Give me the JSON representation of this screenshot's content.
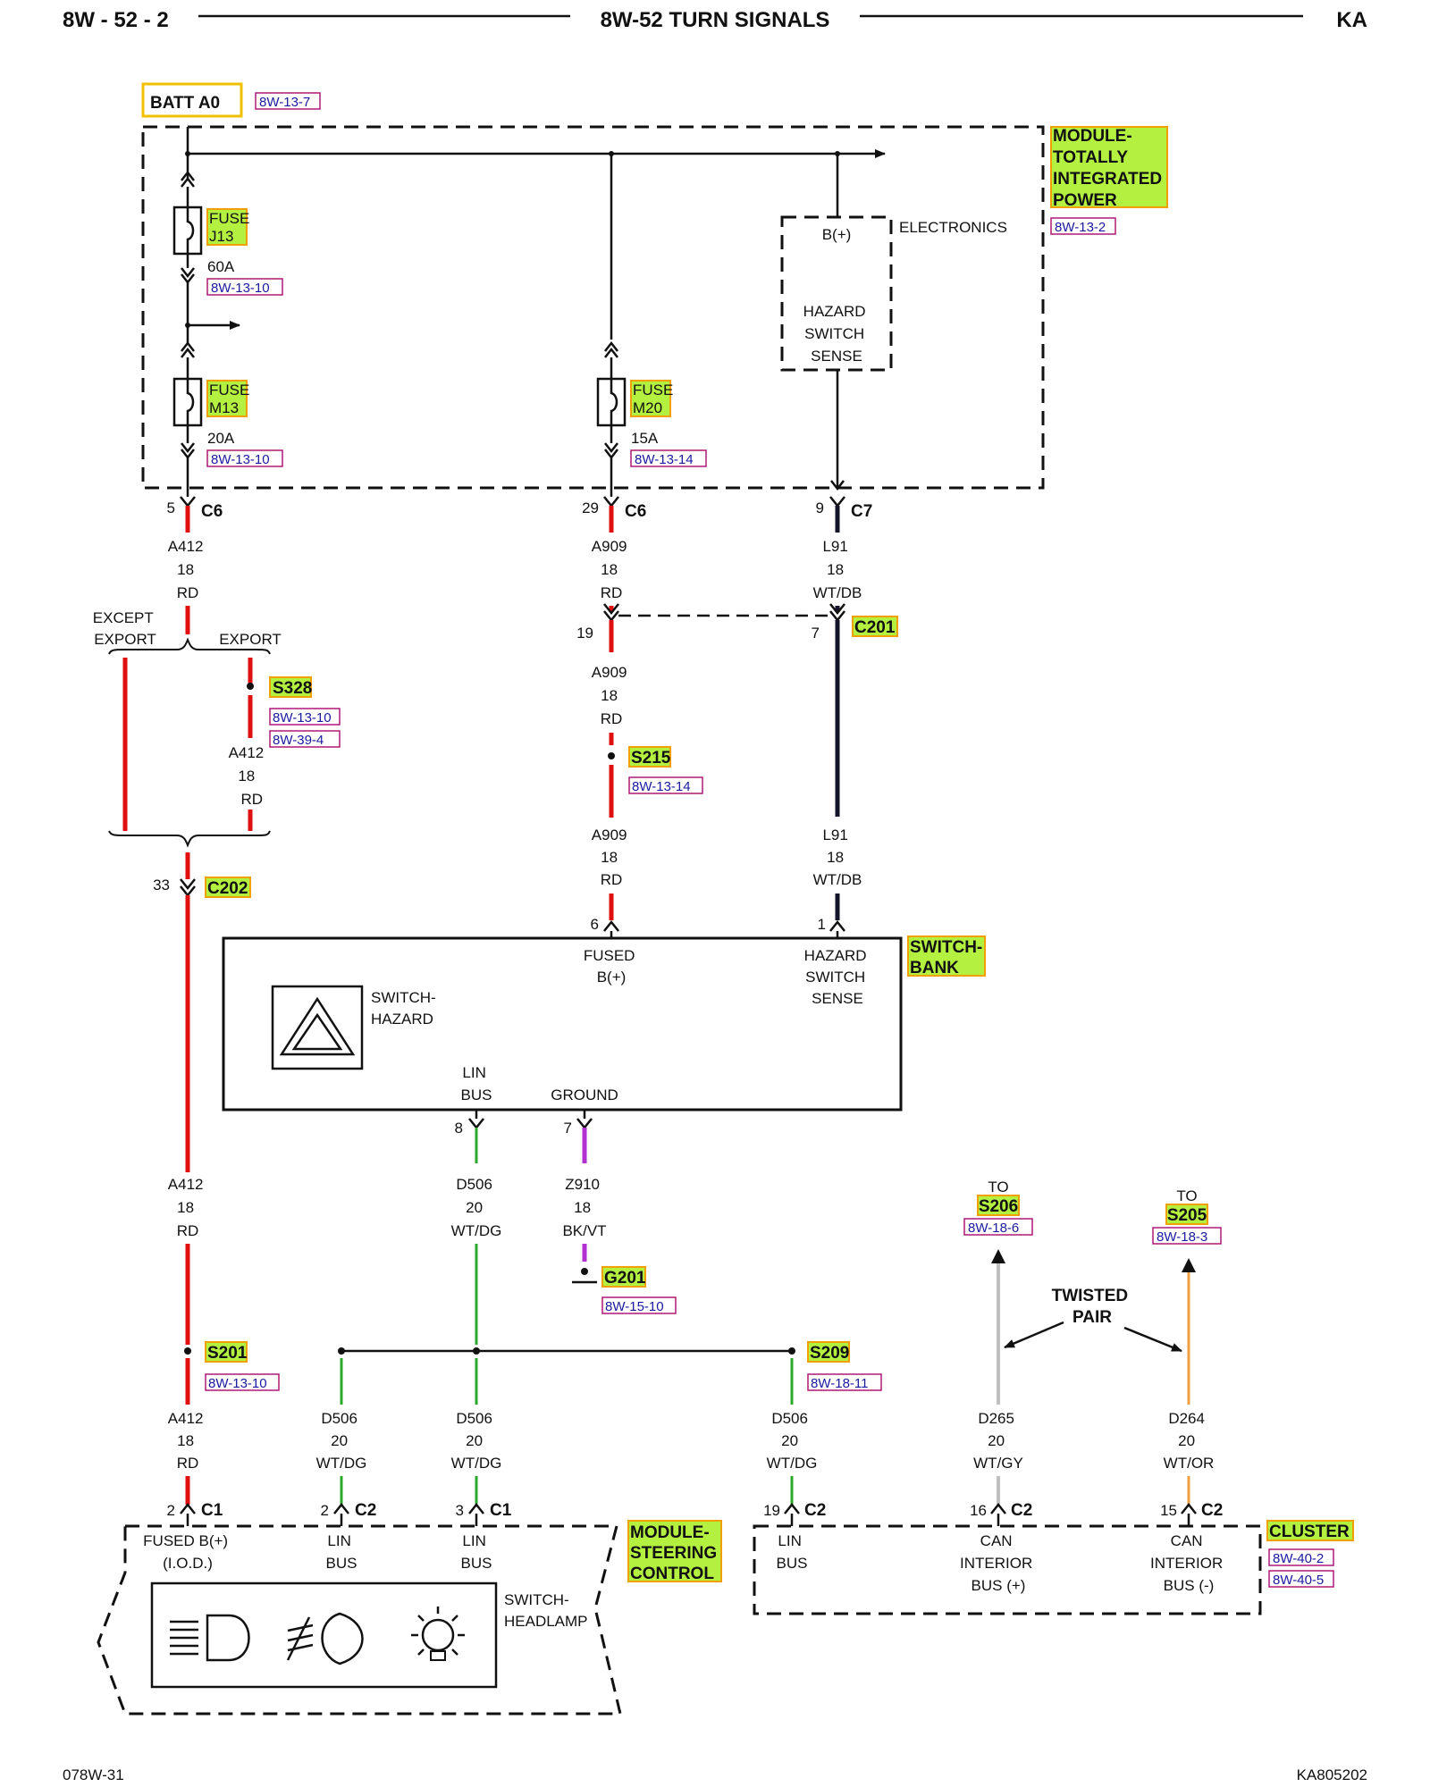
{
  "header": {
    "page_number": "8W - 52 - 2",
    "title": "8W-52 TURN SIGNALS",
    "code": "KA"
  },
  "footer": {
    "left": "078W-31",
    "right": "KA805202"
  },
  "power": {
    "source": "BATT A0",
    "source_ref": "8W-13-7"
  },
  "tipm": {
    "name": "MODULE-\nTOTALLY\nINTEGRATED\nPOWER",
    "name_lines": [
      "MODULE-",
      "TOTALLY",
      "INTEGRATED",
      "POWER"
    ],
    "ref": "8W-13-2",
    "electronics_label": "ELECTRONICS",
    "bplus": "B(+)",
    "hazard_sense_lines": [
      "HAZARD",
      "SWITCH",
      "SENSE"
    ],
    "fuses": [
      {
        "label": "FUSE",
        "id": "J13",
        "rating": "60A",
        "ref": "8W-13-10"
      },
      {
        "label": "FUSE",
        "id": "M13",
        "rating": "20A",
        "ref": "8W-13-10"
      },
      {
        "label": "FUSE",
        "id": "M20",
        "rating": "15A",
        "ref": "8W-13-14"
      }
    ]
  },
  "connectors": {
    "c6_left": {
      "pin": "5",
      "name": "C6"
    },
    "c6_mid": {
      "pin": "29",
      "name": "C6"
    },
    "c7": {
      "pin": "9",
      "name": "C7"
    },
    "c201_left": {
      "pin": "19"
    },
    "c201_right": {
      "pin": "7",
      "name": "C201"
    },
    "c202": {
      "pin": "33",
      "name": "C202"
    },
    "swbank_fused": {
      "pin": "6"
    },
    "swbank_hazard": {
      "pin": "1"
    },
    "swbank_lin": {
      "pin": "8"
    },
    "swbank_gnd": {
      "pin": "7"
    },
    "scm_c1_a": {
      "pin": "2",
      "name": "C1"
    },
    "scm_c2": {
      "pin": "2",
      "name": "C2"
    },
    "scm_c1_b": {
      "pin": "3",
      "name": "C1"
    },
    "cl_lin": {
      "pin": "19",
      "name": "C2"
    },
    "cl_canp": {
      "pin": "16",
      "name": "C2"
    },
    "cl_cann": {
      "pin": "15",
      "name": "C2"
    }
  },
  "wires": {
    "a412_top": [
      "A412",
      "18",
      "RD"
    ],
    "a909_top": [
      "A909",
      "18",
      "RD"
    ],
    "l91_top": [
      "L91",
      "18",
      "WT/DB"
    ],
    "a909_mid": [
      "A909",
      "18",
      "RD"
    ],
    "a412_export": [
      "A412",
      "18",
      "RD"
    ],
    "a909_low": [
      "A909",
      "18",
      "RD"
    ],
    "l91_low": [
      "L91",
      "18",
      "WT/DB"
    ],
    "a412_mid": [
      "A412",
      "18",
      "RD"
    ],
    "d506_sw": [
      "D506",
      "20",
      "WT/DG"
    ],
    "z910": [
      "Z910",
      "18",
      "BK/VT"
    ],
    "a412_bot": [
      "A412",
      "18",
      "RD"
    ],
    "d506_a": [
      "D506",
      "20",
      "WT/DG"
    ],
    "d506_b": [
      "D506",
      "20",
      "WT/DG"
    ],
    "d506_c": [
      "D506",
      "20",
      "WT/DG"
    ],
    "d265": [
      "D265",
      "20",
      "WT/GY"
    ],
    "d264": [
      "D264",
      "20",
      "WT/OR"
    ]
  },
  "variants": {
    "except_export": [
      "EXCEPT",
      "EXPORT"
    ],
    "export": "EXPORT"
  },
  "splices": {
    "s328": {
      "name": "S328",
      "refs": [
        "8W-13-10",
        "8W-39-4"
      ]
    },
    "s215": {
      "name": "S215",
      "refs": [
        "8W-13-14"
      ]
    },
    "s201": {
      "name": "S201",
      "refs": [
        "8W-13-10"
      ]
    },
    "s209": {
      "name": "S209",
      "refs": [
        "8W-18-11"
      ]
    },
    "g201": {
      "name": "G201",
      "refs": [
        "8W-15-10"
      ]
    }
  },
  "switch_bank": {
    "name_lines": [
      "SWITCH-",
      "BANK"
    ],
    "fused_lines": [
      "FUSED",
      "B(+)"
    ],
    "hazard_lines": [
      "HAZARD",
      "SWITCH",
      "SENSE"
    ],
    "switch_hazard_lines": [
      "SWITCH-",
      "HAZARD"
    ],
    "lin_lines": [
      "LIN",
      "BUS"
    ],
    "ground": "GROUND"
  },
  "to_s206": {
    "to": "TO",
    "name": "S206",
    "ref": "8W-18-6"
  },
  "to_s205": {
    "to": "TO",
    "name": "S205",
    "ref": "8W-18-3"
  },
  "twisted_pair": [
    "TWISTED",
    "PAIR"
  ],
  "steering_module": {
    "name_lines": [
      "MODULE-",
      "STEERING",
      "CONTROL"
    ],
    "fused_lines": [
      "FUSED B(+)",
      "(I.O.D.)"
    ],
    "lin1_lines": [
      "LIN",
      "BUS"
    ],
    "lin2_lines": [
      "LIN",
      "BUS"
    ],
    "headlamp_lines": [
      "SWITCH-",
      "HEADLAMP"
    ]
  },
  "cluster": {
    "name": "CLUSTER",
    "refs": [
      "8W-40-2",
      "8W-40-5"
    ],
    "lin_lines": [
      "LIN",
      "BUS"
    ],
    "canp_lines": [
      "CAN",
      "INTERIOR",
      "BUS (+)"
    ],
    "cann_lines": [
      "CAN",
      "INTERIOR",
      "BUS (-)"
    ]
  },
  "colors": {
    "rd": "#e01010",
    "wt_db": "#14142a",
    "wt_dg": "#2aa82a",
    "bk_vt": "#b030d0",
    "wt_gy": "#c0c0c0",
    "wt_or": "#f0a040",
    "highlight": "#b4f040",
    "highlight_border": "#f0a000",
    "ref_text": "#1a1aa0",
    "ref_border": "#b01878"
  }
}
